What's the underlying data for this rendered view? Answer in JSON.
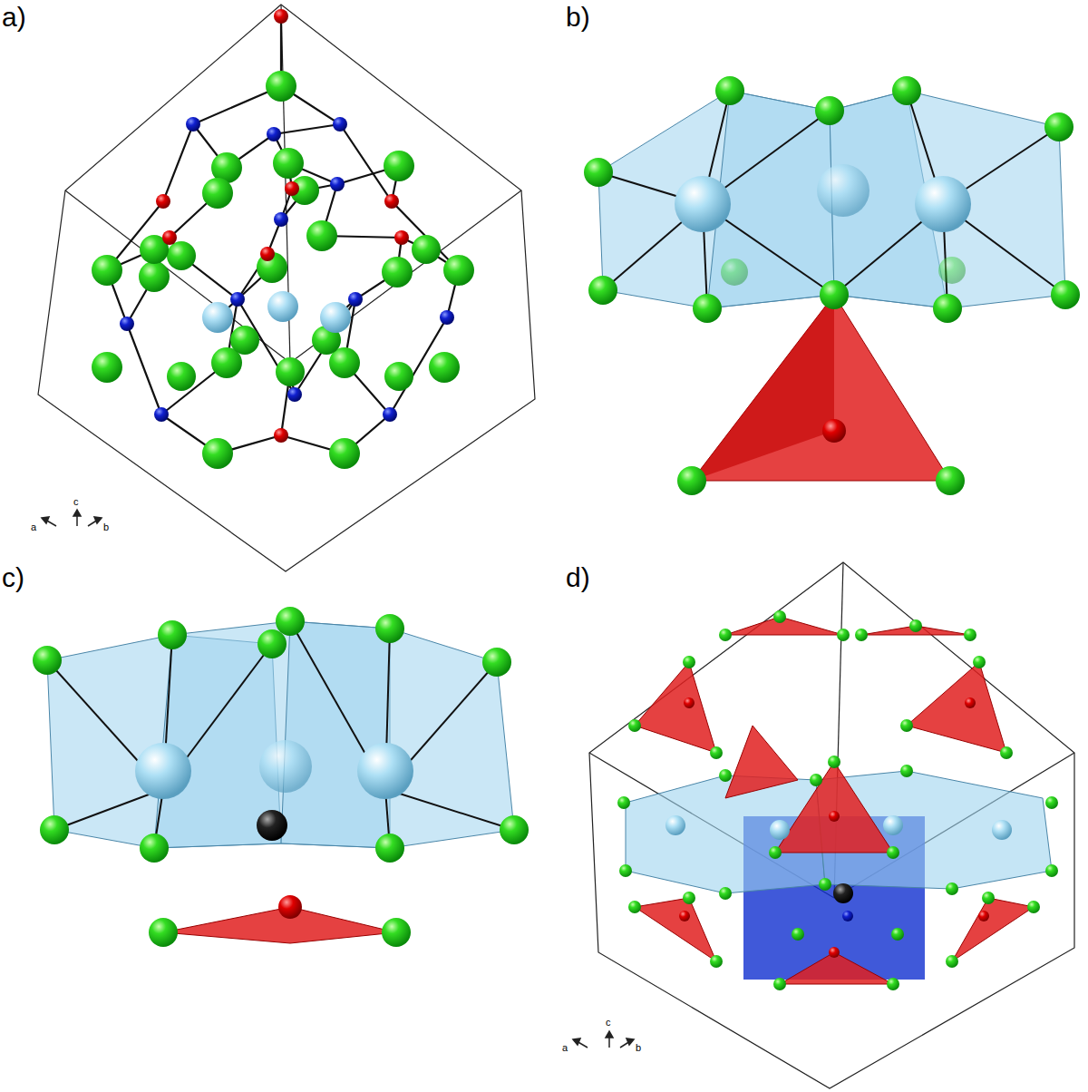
{
  "diagram": {
    "labels": [
      "a)",
      "b)",
      "c)",
      "d)",
      "a",
      "c",
      "b",
      "a",
      "c",
      "b"
    ]
  }
}
